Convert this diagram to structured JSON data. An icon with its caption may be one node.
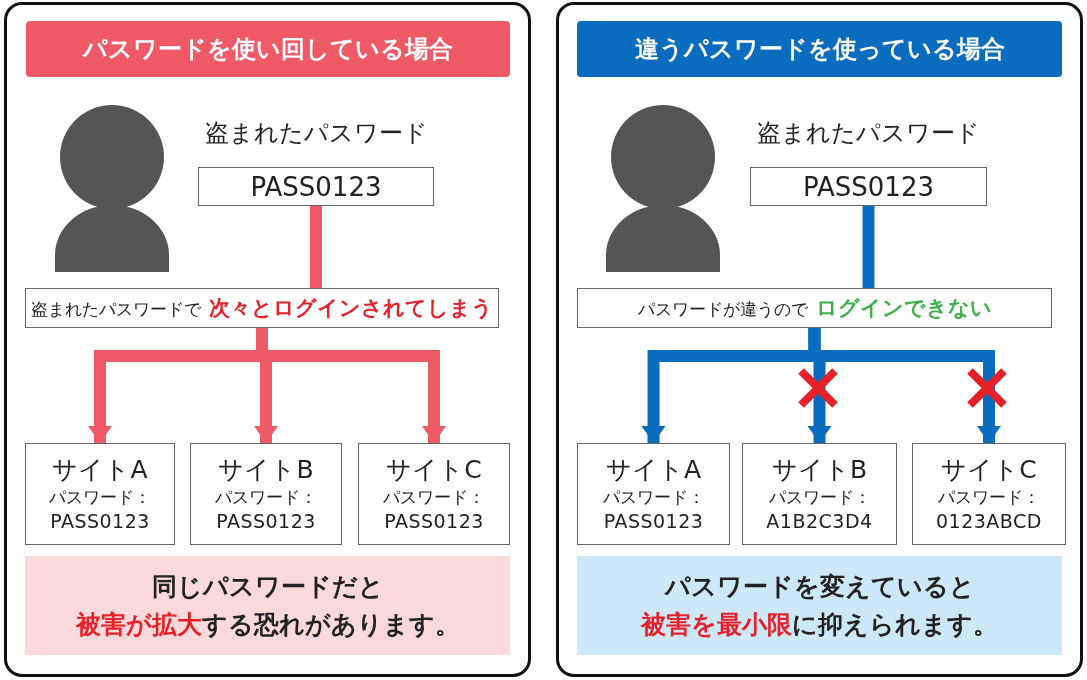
{
  "diagram": {
    "nodes": [
      {
        "text": [],
        "shape": "box"
      },
      {
        "text": [
          "パスワードを使い回している場合"
        ],
        "in": 0
      },
      {
        "text": [
          "PASS0123"
        ],
        "beside": [
          "盗まれたパスワード"
        ],
        "in": 0
      },
      {
        "text": [
          "盗まれたパスワードで",
          "次々とログインされてしまう"
        ],
        "in": 0
      },
      {
        "text": [
          "サイトA",
          "パスワード：",
          "PASS0123"
        ],
        "in": 0
      },
      {
        "text": [
          "サイトB",
          "パスワード：",
          "PASS0123"
        ],
        "in": 0
      },
      {
        "text": [
          "サイトC",
          "パスワード：",
          "PASS0123"
        ],
        "in": 0
      },
      {
        "text": [
          "同じパスワードだと",
          "被害が拡大",
          "する恐れがあります。"
        ],
        "in": 0
      },
      {
        "text": [],
        "shape": "box"
      },
      {
        "text": [
          "違うパスワードを使っている場合"
        ],
        "in": 8
      },
      {
        "text": [
          "PASS0123"
        ],
        "beside": [
          "盗まれたパスワード"
        ],
        "in": 8
      },
      {
        "text": [
          "パスワードが違うので",
          "ログインできない"
        ],
        "in": 8
      },
      {
        "text": [
          "サイトA",
          "パスワード：",
          "PASS0123"
        ],
        "in": 8
      },
      {
        "text": [
          "サイトB",
          "パスワード：",
          "A1B2C3D4"
        ],
        "in": 8
      },
      {
        "text": [
          "サイトC",
          "パスワード：",
          "0123ABCD"
        ],
        "in": 8
      },
      {
        "text": [
          "パスワードを変えていると",
          "被害を最小限",
          "に抑えられます。"
        ],
        "in": 8
      }
    ],
    "edges": [
      {
        "from": 2,
        "to": 3,
        "arrow": "none",
        "color": "#f05a67"
      },
      {
        "from": 3,
        "to": 4,
        "arrow": "to",
        "color": "#f05a67"
      },
      {
        "from": 3,
        "to": 5,
        "arrow": "to",
        "color": "#f05a67"
      },
      {
        "from": 3,
        "to": 6,
        "arrow": "to",
        "color": "#f05a67"
      },
      {
        "from": 10,
        "to": 11,
        "arrow": "none",
        "color": "#0a6cbf"
      },
      {
        "from": 11,
        "to": 12,
        "arrow": "to",
        "color": "#0a6cbf"
      },
      {
        "from": 11,
        "to": 13,
        "arrow": "to",
        "color": "#0a6cbf"
      },
      {
        "from": 11,
        "to": 14,
        "arrow": "to",
        "color": "#0a6cbf"
      }
    ]
  }
}
